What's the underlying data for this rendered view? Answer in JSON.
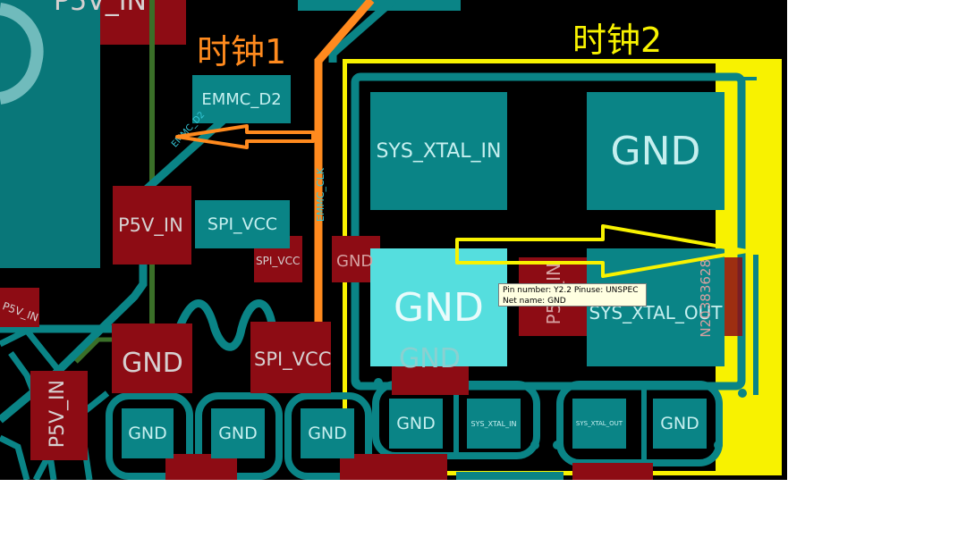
{
  "annotations": {
    "clock1": "时钟1",
    "clock2": "时钟2"
  },
  "pads": {
    "sys_xtal_in": "SYS_XTAL_IN",
    "gnd_top_right": "GND",
    "gnd_highlighted": "GND",
    "sys_xtal_out": "SYS_XTAL_OUT",
    "emmc_d2": "EMMC_D2",
    "spi_vcc": "SPI_VCC",
    "p5v_in": "P5V_IN",
    "spi_vcc_small": "SPI_VCC",
    "gnd_small": "GND",
    "spi_vcc_lower": "SPI_VCC",
    "gnd_left": "GND",
    "gnd_under": "GND",
    "p5v_in_top": "P5V_IN",
    "p5v_in_vertical": "P5V_IN",
    "p5v_in_lower": "P5V_IN",
    "p5v_in_small": "P5V_IN",
    "net_id_vertical": "N20383628",
    "bottom_row": {
      "gnd1": "GND",
      "gnd2": "GND",
      "gnd3": "GND",
      "gnd4": "GND",
      "sys_xtal_in_small": "SYS_XTAL_IN",
      "sys_xtal_out_small": "SYS_XTAL_OUT",
      "gnd5": "GND"
    }
  },
  "traces": {
    "emmc_clk": "EMMC_CLK",
    "emmc_d2": "EMMC_D2"
  },
  "tooltip": {
    "pin_line": "Pin number: Y2.2    Pinuse: UNSPEC",
    "net_line": "Net name: GND"
  },
  "colors": {
    "background": "#000000",
    "copper": "#0a8486",
    "highlight": "#55dede",
    "pad_red": "#8d0c14",
    "yellow": "#f8f200",
    "orange": "#ff8a1e"
  }
}
